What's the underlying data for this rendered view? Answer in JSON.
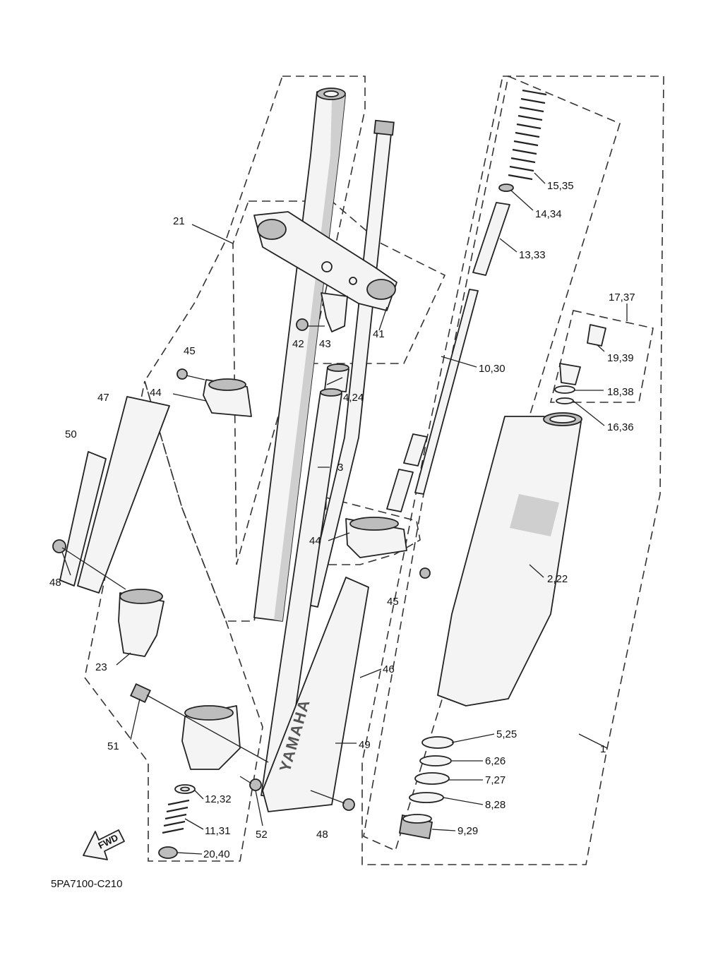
{
  "labels": {
    "l_15_35": "15,35",
    "l_14_34": "14,34",
    "l_13_33": "13,33",
    "l_17_37": "17,37",
    "l_19_39": "19,39",
    "l_18_38": "18,38",
    "l_16_36": "16,36",
    "l_10_30": "10,30",
    "l_21": "21",
    "l_41": "41",
    "l_42": "42",
    "l_43": "43",
    "l_45_top": "45",
    "l_44_top": "44",
    "l_4_24": "4,24",
    "l_47": "47",
    "l_50": "50",
    "l_3": "3",
    "l_44_mid": "44",
    "l_45_mid": "45",
    "l_2_22": "2,22",
    "l_48_left": "48",
    "l_23": "23",
    "l_46": "46",
    "l_5_25": "5,25",
    "l_51": "51",
    "l_49": "49",
    "l_1": "1",
    "l_6_26": "6,26",
    "l_7_27": "7,27",
    "l_12_32": "12,32",
    "l_8_28": "8,28",
    "l_11_31": "11,31",
    "l_52": "52",
    "l_48_bottom": "48",
    "l_9_29": "9,29",
    "l_20_40": "20,40"
  },
  "diagram_code": "5PA7100-C210",
  "fwd_arrow_text": "FWD",
  "guard_brand_text": "YAMAHA",
  "icons": {
    "fwd_arrow": "fwd-arrow-icon"
  }
}
